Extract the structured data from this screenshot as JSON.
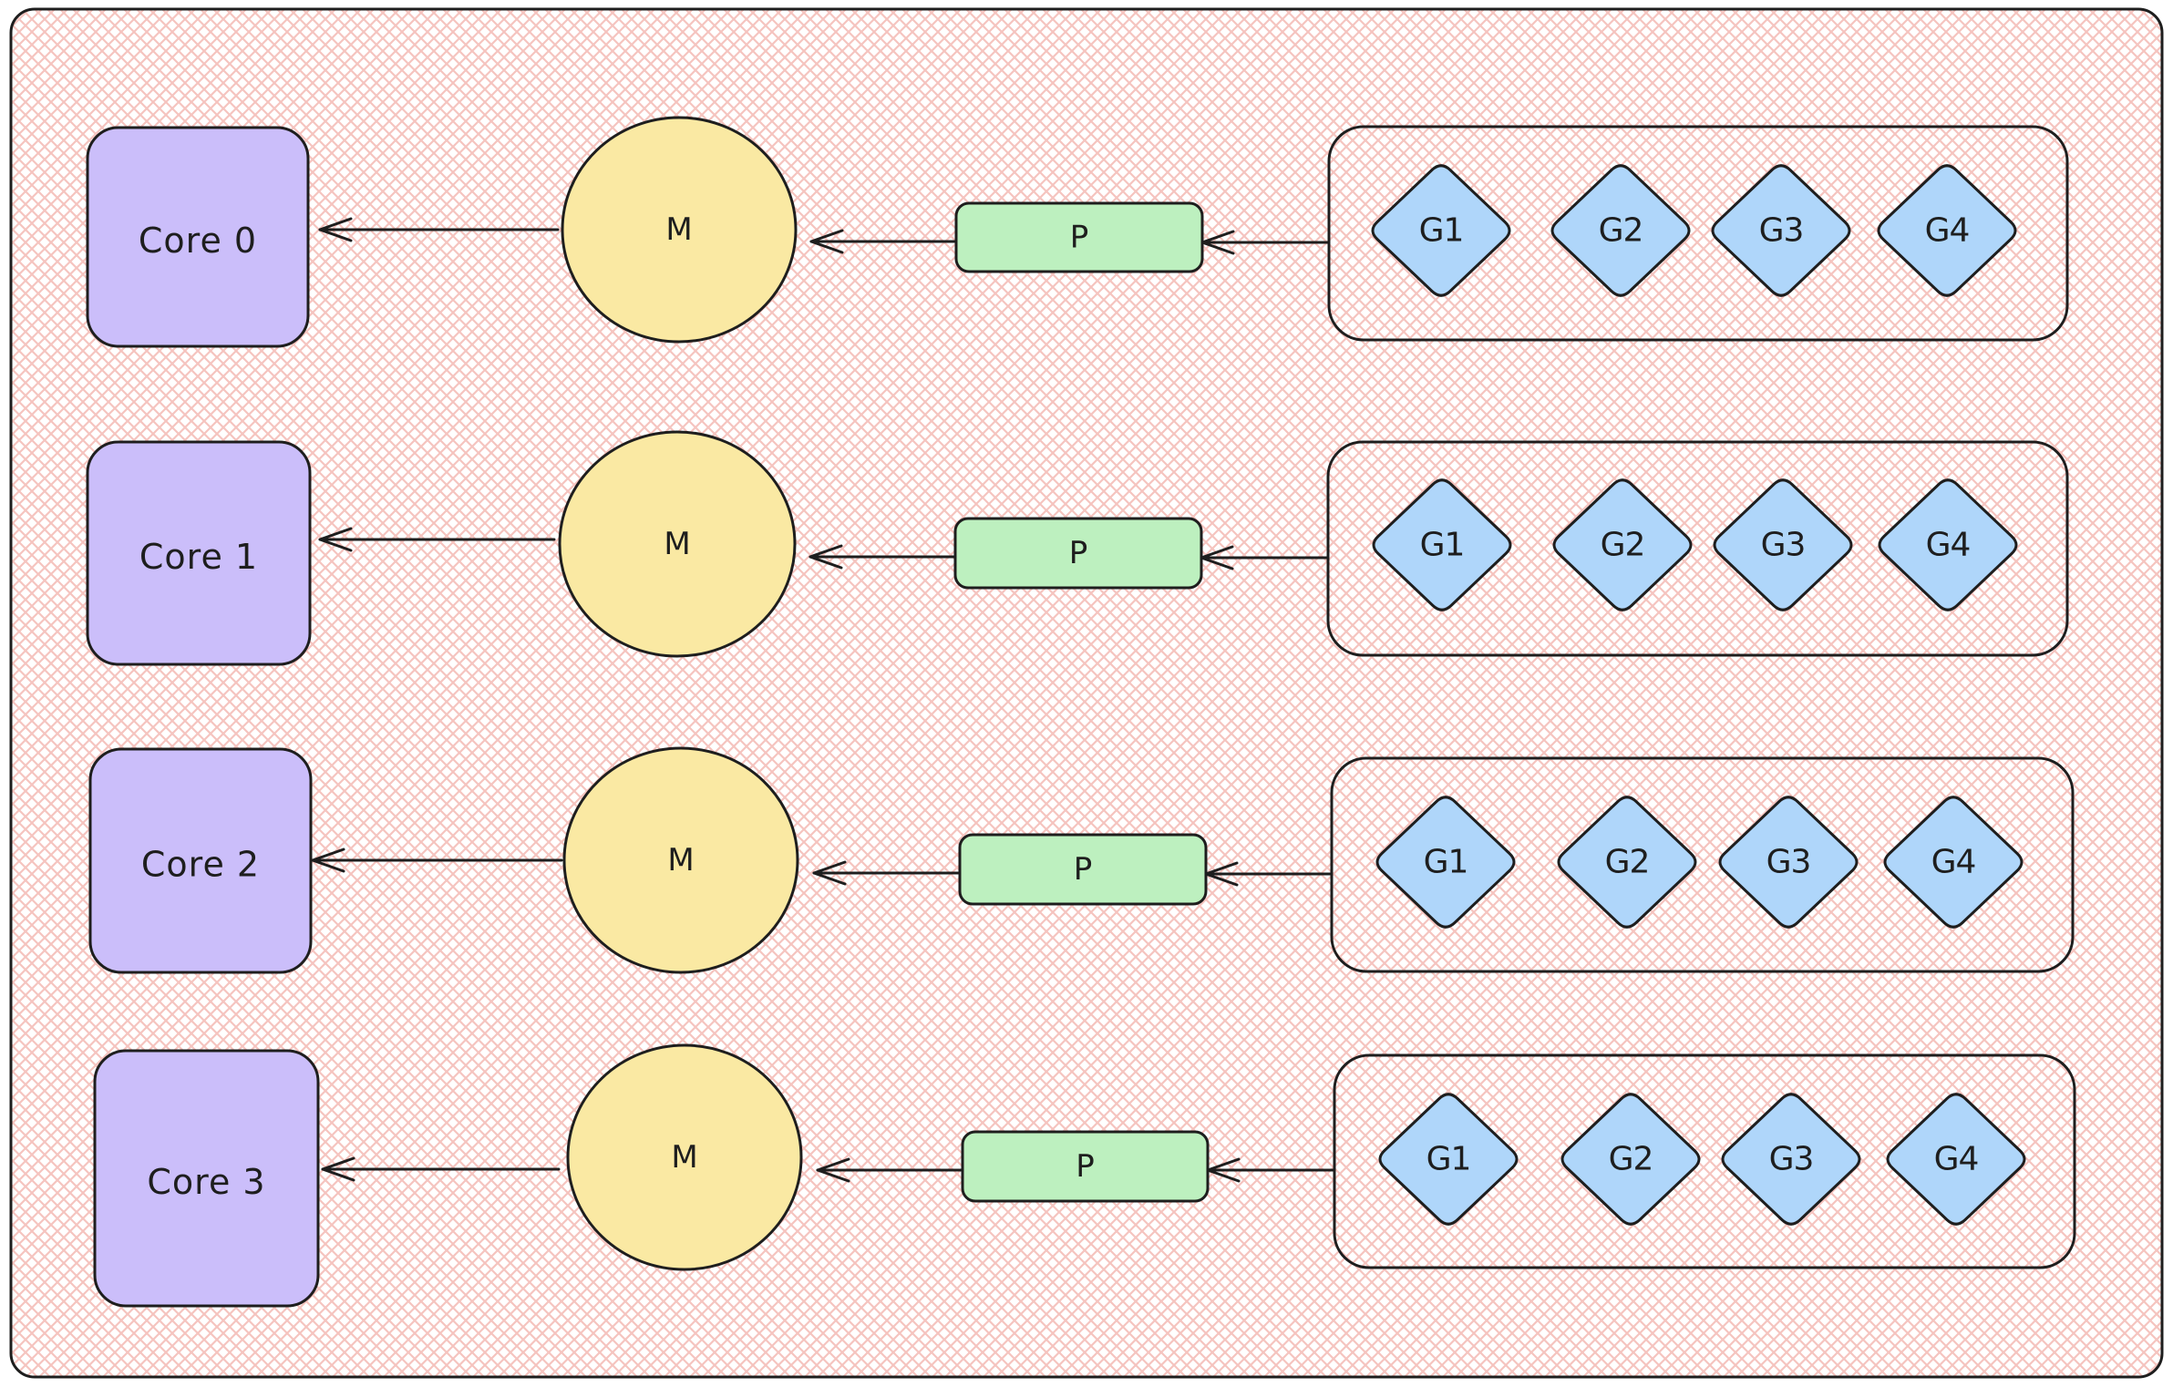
{
  "diagram": {
    "title": "Go scheduler GMP model",
    "colors": {
      "background_hatch": "#f5c4bf",
      "frame_stroke": "#1e1e1e",
      "core_fill": "#cbbefa",
      "machine_fill": "#fae9a3",
      "processor_fill": "#bdf0bf",
      "goroutine_fill": "#afd6fa",
      "group_fill": "none"
    },
    "rows": [
      {
        "core": "Core 0",
        "machine": "M",
        "processor": "P",
        "goroutines": [
          "G1",
          "G2",
          "G3",
          "G4"
        ]
      },
      {
        "core": "Core 1",
        "machine": "M",
        "processor": "P",
        "goroutines": [
          "G1",
          "G2",
          "G3",
          "G4"
        ]
      },
      {
        "core": "Core 2",
        "machine": "M",
        "processor": "P",
        "goroutines": [
          "G1",
          "G2",
          "G3",
          "G4"
        ]
      },
      {
        "core": "Core 3",
        "machine": "M",
        "processor": "P",
        "goroutines": [
          "G1",
          "G2",
          "G3",
          "G4"
        ]
      }
    ],
    "edges": [
      {
        "from": "goroutine-queue",
        "to": "processor",
        "type": "arrow"
      },
      {
        "from": "processor",
        "to": "machine",
        "type": "arrow"
      },
      {
        "from": "machine",
        "to": "core",
        "type": "arrow"
      }
    ]
  }
}
